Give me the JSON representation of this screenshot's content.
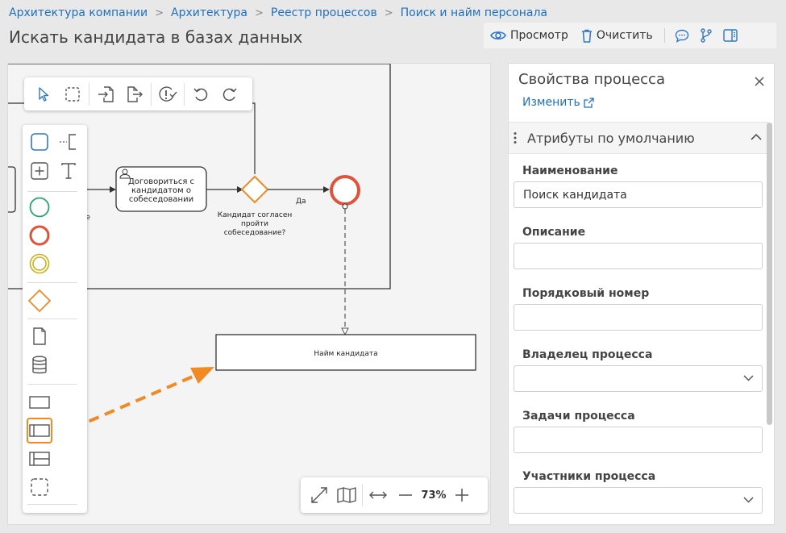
{
  "breadcrumb": [
    "Архитектура компании",
    "Архитектура",
    "Реестр процессов",
    "Поиск и найм персонала"
  ],
  "page_title": "Искать кандидата в базах данных",
  "toolbar": {
    "preview_label": "Просмотр",
    "clear_label": "Очистить"
  },
  "diagram": {
    "task_label_lines": [
      "Договориться с",
      "кандидатом о",
      "собеседовании"
    ],
    "gateway_label_lines": [
      "Кандидат согласен",
      "пройти",
      "собеседование?"
    ],
    "yes_label": "Да",
    "partial_label": "юме",
    "pool_label": "Найм кандидата"
  },
  "zoom": {
    "level": "73%"
  },
  "properties": {
    "title": "Свойства процесса",
    "edit_link": "Изменить",
    "section_title": "Атрибуты по умолчанию",
    "fields": [
      {
        "label": "Наименование",
        "value": "Поиск кандидата",
        "type": "text"
      },
      {
        "label": "Описание",
        "value": "",
        "type": "text"
      },
      {
        "label": "Порядковый номер",
        "value": "",
        "type": "text"
      },
      {
        "label": "Владелец процесса",
        "value": "",
        "type": "select"
      },
      {
        "label": "Задачи процесса",
        "value": "",
        "type": "text"
      },
      {
        "label": "Участники процесса",
        "value": "",
        "type": "select"
      }
    ]
  },
  "colors": {
    "link": "#1f6fbf",
    "accent_orange": "#f08a24",
    "end_event": "#e0533a",
    "start_event": "#27a86a",
    "intermediate_event": "#c9b21c",
    "task_blue": "#2f77c7"
  }
}
